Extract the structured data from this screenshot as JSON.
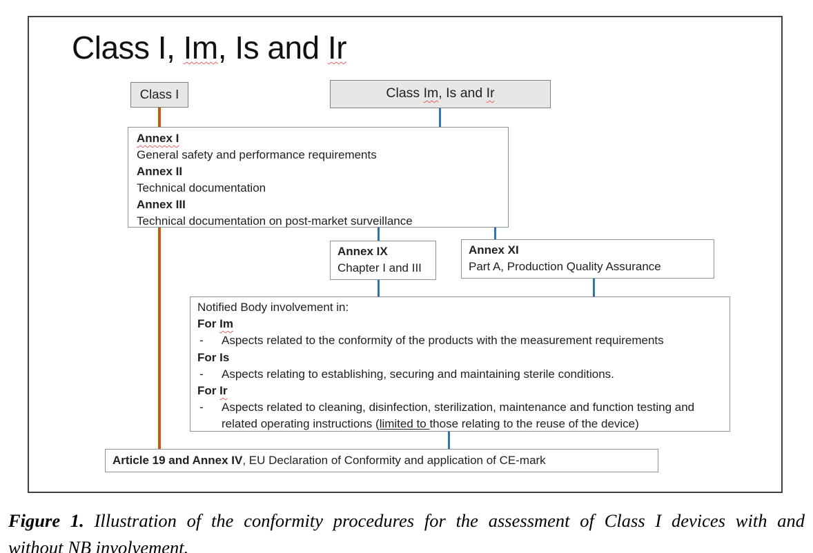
{
  "title": {
    "part1": "Class I, ",
    "im": "Im",
    "part2": ", Is and ",
    "ir": "Ir"
  },
  "boxes": {
    "class_i": {
      "label": "Class I"
    },
    "class_im": {
      "part1": "Class ",
      "im": "Im",
      "part2": ", Is and ",
      "ir": "Ir"
    },
    "annex_main": {
      "annex1_title": "Annex I",
      "annex1_desc": "General safety and performance requirements",
      "annex2_title": "Annex II",
      "annex2_desc": "Technical documentation",
      "annex3_title": "Annex III",
      "annex3_desc": "Technical documentation on post-market surveillance"
    },
    "annex_ix": {
      "title": "Annex IX",
      "desc": "Chapter I and III"
    },
    "annex_xi": {
      "title": "Annex XI",
      "desc": "Part A, Production Quality Assurance"
    },
    "notified_body": {
      "intro": "Notified Body involvement in:",
      "bullet_dash": "-",
      "for_im_prefix": "For ",
      "for_im": "Im",
      "im_bullet": "Aspects related to the conformity of the products with the measurement requirements",
      "for_is": "For Is",
      "is_bullet": "Aspects relating to establishing, securing and maintaining sterile conditions.",
      "for_ir_prefix": "For ",
      "for_ir": "Ir",
      "ir_bullet_pre": "Aspects related to cleaning, disinfection, sterilization, maintenance and function testing and related operating instructions (",
      "ir_bullet_underlined": "limited to ",
      "ir_bullet_post": "those relating to the reuse of the device)"
    },
    "article19": {
      "bold": "Article 19 and Annex IV",
      "rest": ", EU Declaration of Conformity and application of CE-mark"
    }
  },
  "caption": {
    "figure_label": "Figure 1.",
    "line1_rest": " Illustration of the conformity procedures for the assessment of Class I devices with and",
    "line2": "without NB involvement."
  },
  "colors": {
    "orange_line": "#C55A11",
    "blue_line": "#2E75B6",
    "box_fill_gray": "#E7E7E7",
    "box_border_light": "#8A919B",
    "box_border_dark": "#7F7F7F",
    "frame_border": "#3F3F3F",
    "squiggle_red": "#E86060"
  }
}
